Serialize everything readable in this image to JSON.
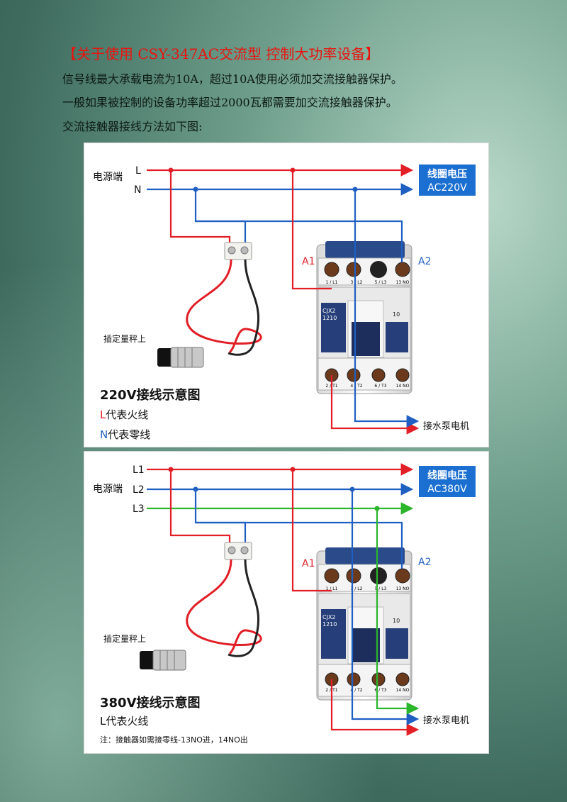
{
  "header": {
    "title": "【关于使用 CSY-347AC交流型 控制大功率设备】",
    "line1": "信号线最大承载电流为10A，超过10A使用必须加交流接触器保护。",
    "line2": "一般如果被控制的设备功率超过2000瓦都需要加交流接触器保护。",
    "line3": "交流接触器接线方法如下图:"
  },
  "diagram220": {
    "source_label": "电源端",
    "L": "L",
    "N": "N",
    "coil_line1": "线圈电压",
    "coil_line2": "AC220V",
    "A1": "A1",
    "A2": "A2",
    "scale_label": "插定量秤上",
    "motor": "接水泵电机",
    "heading": "220V接线示意图",
    "legend_L_letter": "L",
    "legend_L_text": "代表火线",
    "legend_N_letter": "N",
    "legend_N_text": "代表零线"
  },
  "diagram380": {
    "source_label": "电源端",
    "L1": "L1",
    "L2": "L2",
    "L3": "L3",
    "coil_line1": "线圈电压",
    "coil_line2": "AC380V",
    "A1": "A1",
    "A2": "A2",
    "scale_label": "插定量秤上",
    "motor": "接水泵电机",
    "heading": "380V接线示意图",
    "legend_L_text": "L代表火线",
    "note": "注：接触器如需接零线-13NO进，14NO出"
  },
  "contactor": {
    "model_line1": "CJX2",
    "model_line2": "1210",
    "model_num": "10",
    "top_terminals": [
      "1 / L1",
      "3 / L2",
      "5 / L3",
      "13 NO"
    ],
    "bottom_terminals": [
      "2 / T1",
      "4 / T2",
      "6 / T3",
      "14 NO"
    ]
  },
  "colors": {
    "live": "#e21e26",
    "neutral": "#1f5fc2",
    "third_phase": "#2ab52a",
    "title_red": "#e8140e",
    "badge_blue": "#1a6fd1"
  }
}
